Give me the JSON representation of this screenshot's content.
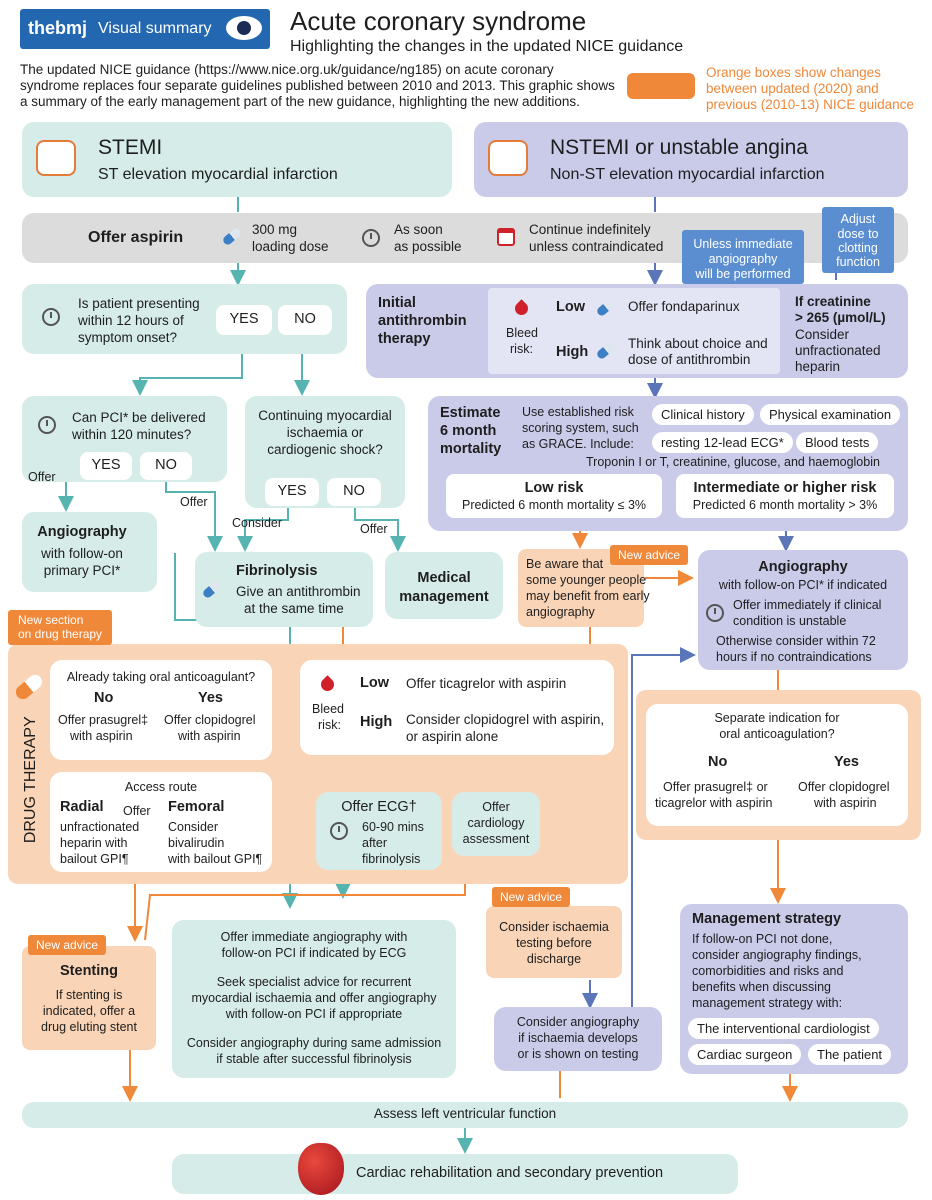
{
  "header": {
    "logo_text": "thebmj",
    "logo_label": "Visual summary",
    "title": "Acute coronary syndrome",
    "subtitle": "Highlighting the changes in the updated NICE guidance",
    "intro": [
      "The updated NICE guidance (https://www.nice.org.uk/guidance/ng185) on acute coronary",
      "syndrome replaces four separate guidelines published between 2010 and 2013. This graphic shows",
      "a summary of the early management part of the new guidance, highlighting the new additions."
    ],
    "legend": [
      "Orange boxes show changes",
      "between updated (2020) and",
      "previous (2010-13) NICE guidance"
    ]
  },
  "stemi": {
    "title": "STEMI",
    "subtitle": "ST elevation myocardial infarction"
  },
  "nstemi": {
    "title": "NSTEMI or unstable angina",
    "subtitle": "Non-ST elevation myocardial infarction"
  },
  "aspirin": {
    "label": "Offer aspirin",
    "dose": [
      "300 mg",
      "loading dose"
    ],
    "timing": [
      "As soon",
      "as possible"
    ],
    "duration": [
      "Continue indefinitely",
      "unless contraindicated"
    ]
  },
  "tags": {
    "unless_angio": [
      "Unless immediate",
      "angiography",
      "will be performed"
    ],
    "adjust_dose": [
      "Adjust",
      "dose to",
      "clotting",
      "function"
    ],
    "new_advice": "New advice",
    "new_section": [
      "New section",
      "on drug therapy"
    ]
  },
  "q12": {
    "text": [
      "Is patient presenting",
      "within 12 hours of",
      "symptom onset?"
    ],
    "yes": "YES",
    "no": "NO"
  },
  "antithrombin": {
    "title": [
      "Initial",
      "antithrombin",
      "therapy"
    ],
    "bleed": [
      "Bleed",
      "risk:"
    ],
    "low": "Low",
    "low_text": "Offer fondaparinux",
    "high": "High",
    "high_text": [
      "Think about choice and",
      "dose of antithrombin"
    ],
    "creat_title": [
      "If creatinine",
      "> 265 (µmol/L)"
    ],
    "creat_text": [
      "Consider",
      "unfractionated",
      "heparin"
    ]
  },
  "pci120": {
    "text": [
      "Can PCI* be delivered",
      "within 120 minutes?"
    ],
    "yes": "YES",
    "no": "NO"
  },
  "ischaemia": {
    "text": [
      "Continuing myocardial",
      "ischaemia or",
      "cardiogenic shock?"
    ],
    "yes": "YES",
    "no": "NO"
  },
  "mortality": {
    "title": [
      "Estimate",
      "6 month",
      "mortality"
    ],
    "text": [
      "Use established risk",
      "scoring system, such",
      "as GRACE. Include:"
    ],
    "pills": [
      "Clinical history",
      "Physical examination",
      "resting 12-lead ECG*",
      "Blood tests"
    ],
    "blood": "Troponin I or T, creatinine, glucose, and haemoglobin",
    "low_title": "Low risk",
    "low_text": "Predicted 6 month mortality ≤ 3%",
    "high_title": "Intermediate or higher risk",
    "high_text": "Predicted 6 month mortality > 3%"
  },
  "labels": {
    "offer": "Offer",
    "consider": "Consider"
  },
  "angio_left": {
    "title": "Angiography",
    "text": [
      "with follow-on",
      "primary PCI*"
    ]
  },
  "fibrinolysis": {
    "title": "Fibrinolysis",
    "text": [
      "Give an antithrombin",
      "at the same time"
    ]
  },
  "medical": {
    "title": [
      "Medical",
      "management"
    ]
  },
  "younger": {
    "text": [
      "Be aware that",
      "some younger people",
      "may benefit from early",
      "angiography"
    ]
  },
  "angio_right": {
    "title": "Angiography",
    "sub": "with follow-on PCI* if indicated",
    "text": [
      "Offer immediately if clinical",
      "condition is unstable"
    ],
    "text2": [
      "Otherwise consider within 72",
      "hours if no contraindications"
    ]
  },
  "drug_therapy": {
    "side": "DRUG THERAPY"
  },
  "oral_anticoag": {
    "q": "Already taking oral anticoagulant?",
    "no": "No",
    "no_text": [
      "Offer prasugrel‡",
      "with aspirin"
    ],
    "yes": "Yes",
    "yes_text": [
      "Offer clopidogrel",
      "with aspirin"
    ]
  },
  "ticagrelor": {
    "bleed": [
      "Bleed",
      "risk:"
    ],
    "low": "Low",
    "low_text": "Offer ticagrelor with aspirin",
    "high": "High",
    "high_text": [
      "Consider clopidogrel with aspirin,",
      "or aspirin alone"
    ]
  },
  "separate": {
    "q": [
      "Separate indication for",
      "oral anticoagulation?"
    ],
    "no": "No",
    "no_text": [
      "Offer prasugrel‡ or",
      "ticagrelor with aspirin"
    ],
    "yes": "Yes",
    "yes_text": [
      "Offer clopidogrel",
      "with aspirin"
    ]
  },
  "access": {
    "title": "Access route",
    "radial": "Radial",
    "offer": "Offer",
    "radial_text": [
      "unfractionated",
      "heparin with",
      "bailout GPI¶"
    ],
    "femoral": "Femoral",
    "femoral_text": [
      "Consider",
      "bivalirudin",
      "with bailout GPI¶"
    ]
  },
  "ecg": {
    "title": "Offer ECG†",
    "text": [
      "60-90 mins",
      "after",
      "fibrinolysis"
    ]
  },
  "cardiology": {
    "text": [
      "Offer",
      "cardiology",
      "assessment"
    ]
  },
  "stenting": {
    "title": "Stenting",
    "text": [
      "If stenting is",
      "indicated, offer a",
      "drug eluting stent"
    ]
  },
  "immediate": {
    "p1": [
      "Offer immediate angiography with",
      "follow-on PCI if indicated by ECG"
    ],
    "p2": [
      "Seek specialist advice for recurrent",
      "myocardial ischaemia and offer angiography",
      "with follow-on PCI if appropriate"
    ],
    "p3": [
      "Consider angiography during same admission",
      "if stable after successful fibrinolysis"
    ]
  },
  "ischaemia_test": {
    "text": [
      "Consider ischaemia",
      "testing before",
      "discharge"
    ]
  },
  "angio_develops": {
    "text": [
      "Consider angiography",
      "if ischaemia develops",
      "or is shown on testing"
    ]
  },
  "strategy": {
    "title": "Management strategy",
    "text": [
      "If follow-on PCI not done,",
      "consider angiography findings,",
      "comorbidities and risks and",
      "benefits when discussing",
      "management strategy with:"
    ],
    "pills": [
      "The interventional cardiologist",
      "Cardiac surgeon",
      "The patient"
    ]
  },
  "lv": "Assess left ventricular function",
  "rehab": "Cardiac rehabilitation and secondary prevention",
  "colors": {
    "teal": "#d6ece9",
    "blue": "#c9cbe9",
    "orange": "#fad4b6",
    "accent": "#f0883a",
    "arrow_teal": "#56b4b0",
    "arrow_blue": "#5a76b8"
  }
}
